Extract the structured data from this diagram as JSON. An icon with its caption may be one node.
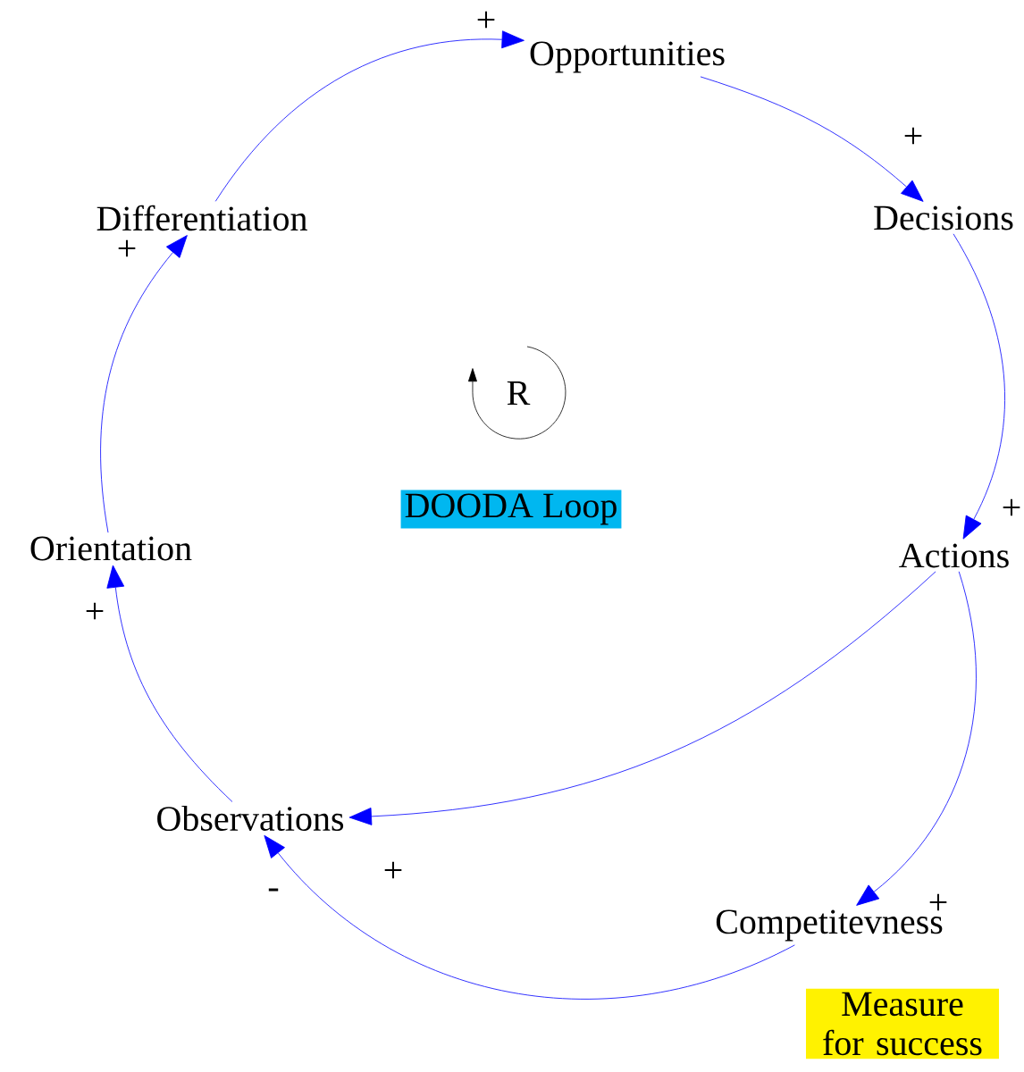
{
  "diagram": {
    "nodes": [
      {
        "text": [
          "Opportunities"
        ]
      },
      {
        "text": [
          "Decisions"
        ]
      },
      {
        "text": [
          "Actions"
        ]
      },
      {
        "text": [
          "Competitevness"
        ]
      },
      {
        "text": [
          "Observations"
        ]
      },
      {
        "text": [
          "Orientation"
        ]
      },
      {
        "text": [
          "Differentiation"
        ]
      },
      {
        "text": [
          "DOODA Loop"
        ]
      },
      {
        "text": [
          "Measure for success"
        ]
      }
    ],
    "edges": [
      {
        "from": 6,
        "to": 0,
        "arrow": "to",
        "label": "+"
      },
      {
        "from": 0,
        "to": 1,
        "arrow": "to",
        "label": "+"
      },
      {
        "from": 1,
        "to": 2,
        "arrow": "to",
        "label": "+"
      },
      {
        "from": 2,
        "to": 4,
        "arrow": "to",
        "label": "+"
      },
      {
        "from": 2,
        "to": 3,
        "arrow": "to",
        "label": "+"
      },
      {
        "from": 3,
        "to": 4,
        "arrow": "to",
        "label": "-"
      },
      {
        "from": 4,
        "to": 5,
        "arrow": "to",
        "label": "+"
      },
      {
        "from": 5,
        "to": 6,
        "arrow": "to",
        "label": "+"
      }
    ],
    "labels": [
      "R"
    ]
  }
}
